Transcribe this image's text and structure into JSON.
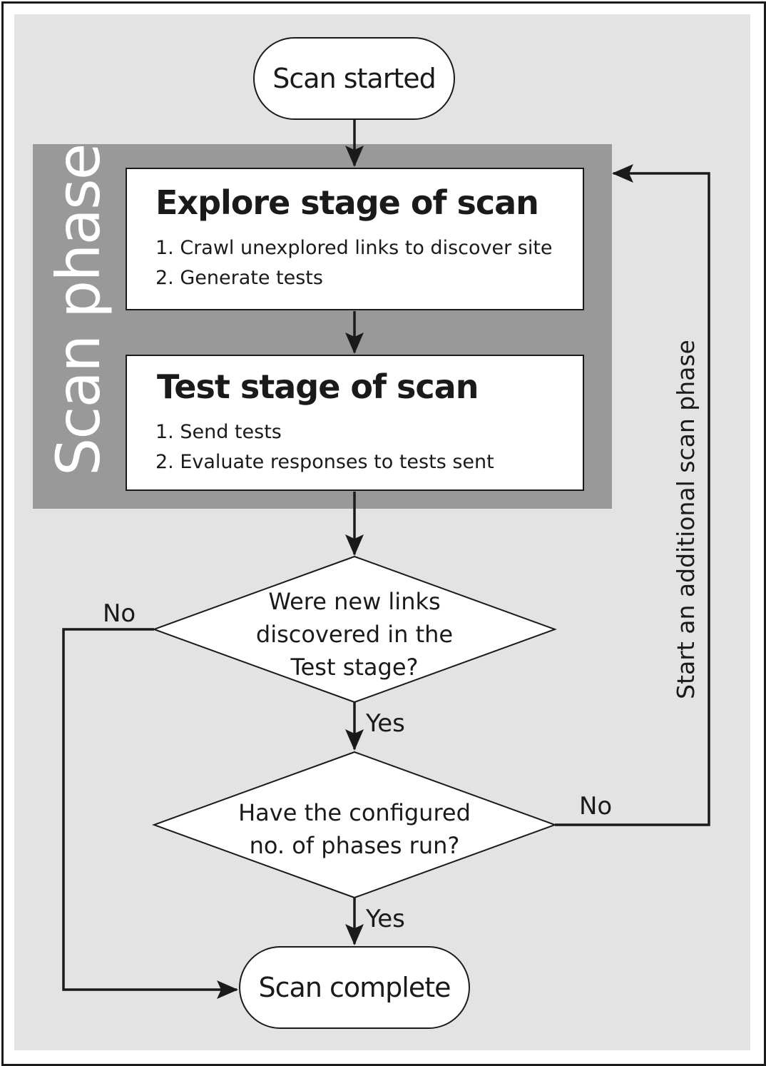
{
  "phase_label": "Scan phase",
  "start": "Scan started",
  "end": "Scan complete",
  "explore_stage": {
    "title": "Explore stage of scan",
    "items": [
      "1. Crawl unexplored links to discover site",
      "2. Generate tests"
    ]
  },
  "test_stage": {
    "title": "Test stage of scan",
    "items": [
      "1. Send tests",
      "2. Evaluate responses to tests sent"
    ]
  },
  "decision_links": {
    "lines": [
      "Were new links",
      "discovered in the",
      "Test stage?"
    ],
    "yes_label": "Yes",
    "no_label": "No"
  },
  "decision_phases": {
    "lines": [
      "Have the configured",
      "no. of phases run?"
    ],
    "yes_label": "Yes",
    "no_label": "No"
  },
  "loop_label": "Start an additional scan phase",
  "colors": {
    "panel": "#e3e3e3",
    "phase_band": "#999999",
    "line": "#1a1a1a"
  }
}
